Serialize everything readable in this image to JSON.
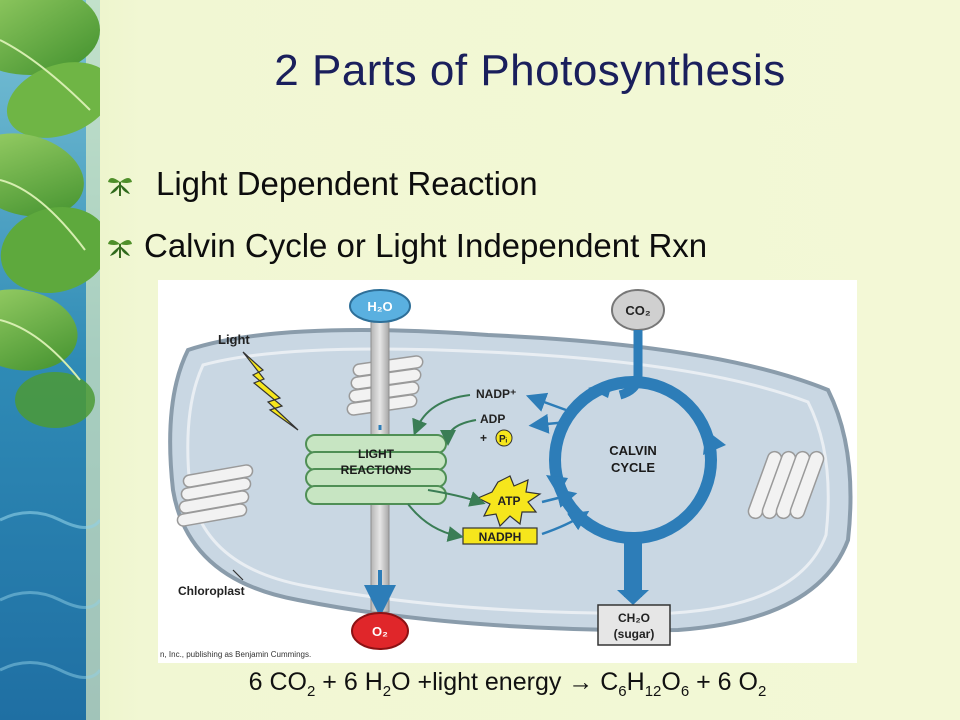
{
  "slide": {
    "title": "2 Parts of Photosynthesis",
    "bullets": [
      {
        "label": "Light Dependent Reaction",
        "icon": "leaf-bullet-icon"
      },
      {
        "label": "Calvin Cycle or Light Independent Rxn",
        "icon": "leaf-bullet-icon"
      }
    ]
  },
  "diagram": {
    "h2o": "H₂O",
    "co2": "CO₂",
    "o2": "O₂",
    "light": "Light",
    "light_reactions": [
      "LIGHT",
      "REACTIONS"
    ],
    "calvin_cycle": [
      "CALVIN",
      "CYCLE"
    ],
    "nadp_plus": "NADP⁺",
    "adp": "ADP",
    "pi_prefix": "+",
    "pi": "Pᵢ",
    "atp": "ATP",
    "nadph": "NADPH",
    "sugar": [
      "CH₂O",
      "(sugar)"
    ],
    "chloroplast": "Chloroplast",
    "credit": "n, Inc., publishing as Benjamin Cummings."
  },
  "equation": {
    "parts": [
      {
        "text": "6 CO",
        "sub": "2"
      },
      {
        "text": " + 6 H",
        "sub": "2"
      },
      {
        "text": "O +light energy → C",
        "sub": "6"
      },
      {
        "text": "H",
        "sub": "12"
      },
      {
        "text": "O",
        "sub": "6"
      },
      {
        "text": " + 6 O",
        "sub": "2"
      }
    ]
  },
  "colors": {
    "title": "#1a1f5c",
    "arrow_blue": "#2d7db8",
    "atp_yellow": "#f6e61c",
    "o2_red": "#e0262a",
    "stroma": "#c9d7e3"
  }
}
